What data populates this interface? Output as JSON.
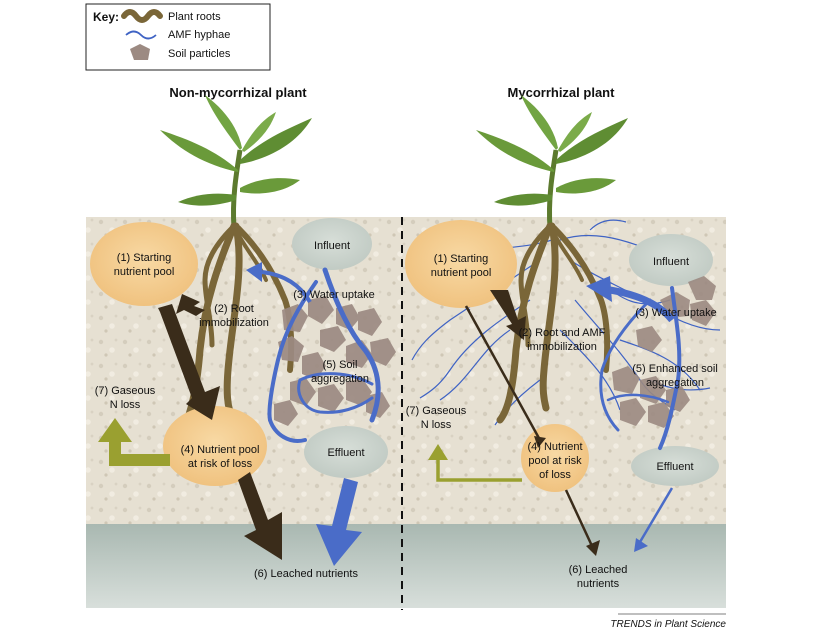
{
  "key": {
    "title": "Key:",
    "items": [
      {
        "label": "Plant roots",
        "icon": "root-icon"
      },
      {
        "label": "AMF hyphae",
        "icon": "hyphae-icon"
      },
      {
        "label": "Soil particles",
        "icon": "soil-particle-icon"
      }
    ]
  },
  "colors": {
    "soil": "#e8e2d4",
    "leach_zone": "#bfcbc5",
    "root": "#7a6638",
    "hyphae": "#3f63c4",
    "water_arrow": "#4a6cc8",
    "nutrient_arrow": "#3a2c1a",
    "gas_arrow": "#9aa030",
    "pool": "#f3c98a",
    "influent": "#c9d2cb",
    "particle": "#9c8a82",
    "leaf": "#6a9a3a"
  },
  "left": {
    "title": "Non-mycorrhizal plant",
    "starting_pool": [
      "(1) Starting",
      "nutrient pool"
    ],
    "root_immob": [
      "(2) Root",
      "immobilization"
    ],
    "water_uptake": "(3) Water uptake",
    "risk_pool": [
      "(4) Nutrient pool",
      "at risk of loss"
    ],
    "soil_agg": [
      "(5) Soil",
      "aggregation"
    ],
    "leached": "(6) Leached nutrients",
    "gaseous": [
      "(7) Gaseous",
      "N loss"
    ],
    "influent": "Influent",
    "effluent": "Effluent"
  },
  "right": {
    "title": "Mycorrhizal plant",
    "starting_pool": [
      "(1) Starting",
      "nutrient pool"
    ],
    "root_immob": [
      "(2) Root and AMF",
      "immobilization"
    ],
    "water_uptake": "(3) Water uptake",
    "risk_pool": [
      "(4) Nutrient",
      "pool at risk",
      "of loss"
    ],
    "soil_agg": [
      "(5) Enhanced soil",
      "aggregation"
    ],
    "leached": [
      "(6) Leached",
      "nutrients"
    ],
    "gaseous": [
      "(7) Gaseous",
      "N loss"
    ],
    "influent": "Influent",
    "effluent": "Effluent"
  },
  "footer": "TRENDS in Plant Science"
}
